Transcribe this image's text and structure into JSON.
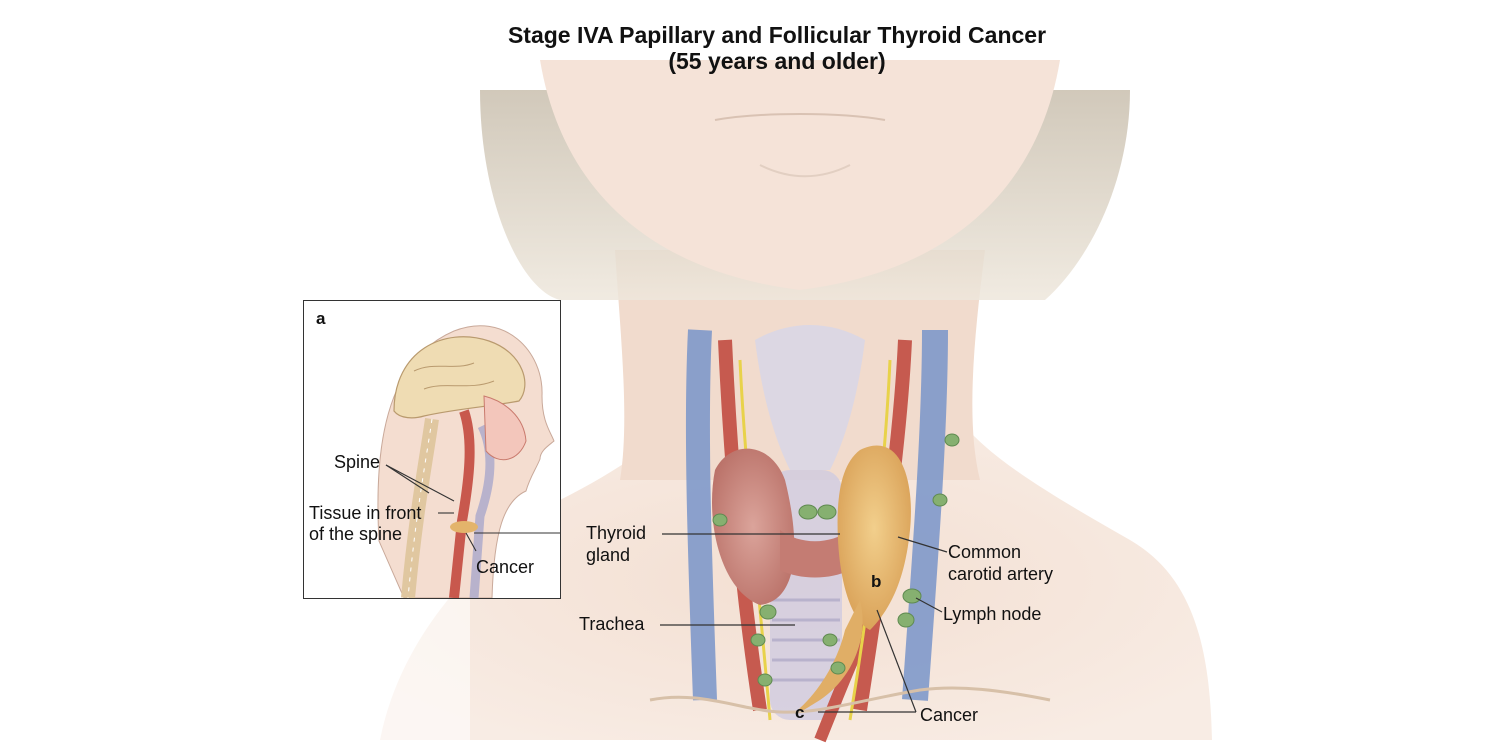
{
  "title": {
    "line1": "Stage IVA Papillary and Follicular Thyroid Cancer",
    "line2": "(55 years and older)"
  },
  "inset": {
    "letter": "a",
    "labels": {
      "spine": "Spine",
      "tissue_line1": "Tissue in front",
      "tissue_line2": "of the spine",
      "cancer": "Cancer"
    }
  },
  "main": {
    "labels": {
      "thyroid_line1": "Thyroid",
      "thyroid_line2": "gland",
      "trachea": "Trachea",
      "carotid_line1": "Common",
      "carotid_line2": "carotid artery",
      "lymph_node": "Lymph node",
      "cancer": "Cancer"
    },
    "letters": {
      "b": "b",
      "c": "c"
    }
  },
  "colors": {
    "skin": "#f4e2d6",
    "hair": "#d8cfbf",
    "thyroid": "#c98a82",
    "tumor": "#e3b46b",
    "artery": "#c8584d",
    "vein": "#6f8fc8",
    "lymph_node": "#7faa6b",
    "nerve": "#e8d24a",
    "trachea": "#c8c4d8"
  }
}
